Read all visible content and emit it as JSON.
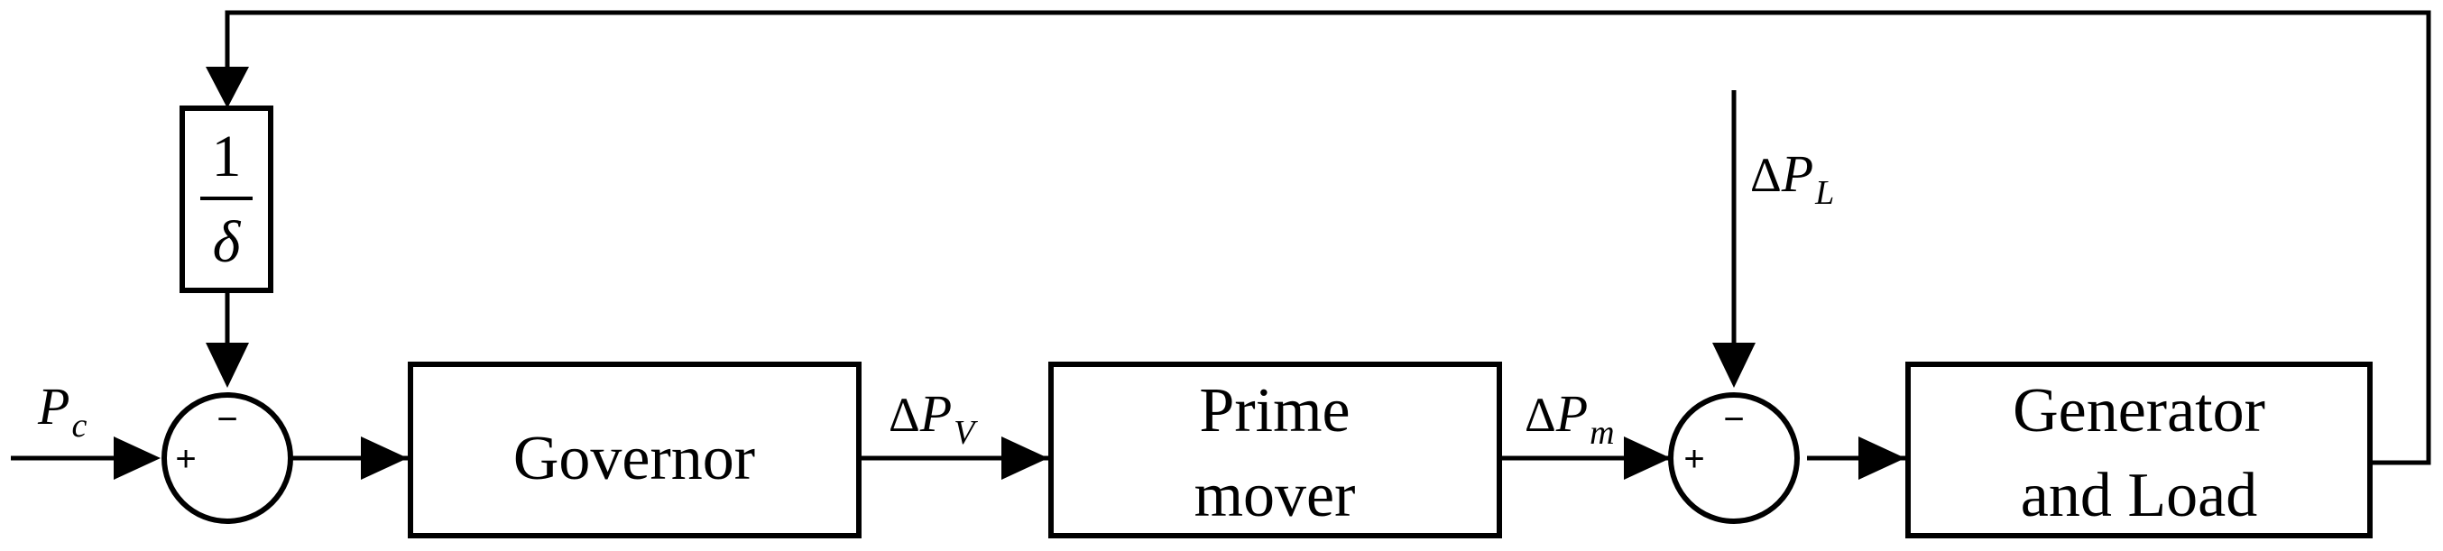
{
  "diagram": {
    "blocks": {
      "feedback_gain": {
        "numerator": "1",
        "denominator": "δ"
      },
      "governor": {
        "label": "Governor"
      },
      "prime_mover": {
        "line1": "Prime",
        "line2": "mover"
      },
      "generator_load": {
        "line1": "Generator",
        "line2": "and Load"
      }
    },
    "signals": {
      "pc": {
        "main": "P",
        "sub": "c"
      },
      "dpv": {
        "delta": "Δ",
        "main": "P",
        "sub": "V"
      },
      "dpm": {
        "delta": "Δ",
        "main": "P",
        "sub": "m"
      },
      "dpl": {
        "delta": "Δ",
        "main": "P",
        "sub": "L"
      }
    },
    "summing_junctions": {
      "sum1": {
        "plus": "+",
        "minus": "−"
      },
      "sum2": {
        "plus": "+",
        "minus": "−"
      }
    }
  }
}
